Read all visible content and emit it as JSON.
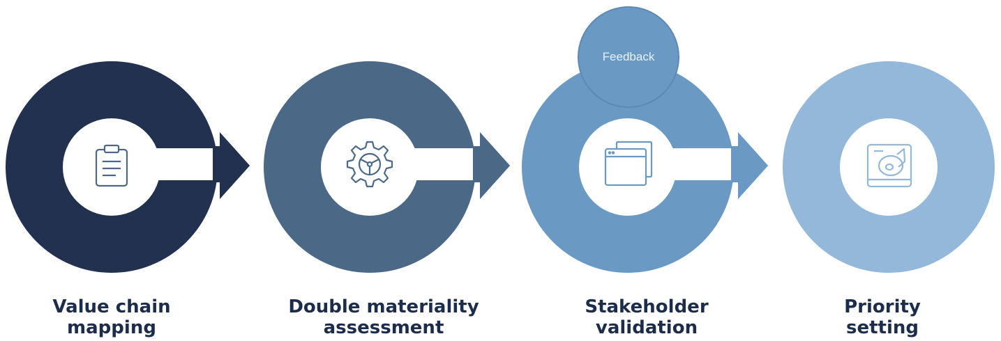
{
  "steps": [
    {
      "title_line1": "Value chain",
      "title_line2": "mapping",
      "color": "#21314f",
      "icon": "clipboard-icon"
    },
    {
      "title_line1": "Double materiality",
      "title_line2": "assessment",
      "color": "#4b6887",
      "icon": "gear-icon"
    },
    {
      "title_line1": "Stakeholder",
      "title_line2": "validation",
      "color": "#6a9ac3",
      "icon": "browser-windows-icon"
    },
    {
      "title_line1": "Priority",
      "title_line2": "setting",
      "color": "#93b8d9",
      "icon": "hard-drive-icon"
    }
  ],
  "feedback": {
    "label": "Feedback",
    "color": "#6a9ac3"
  },
  "colors": {
    "label_text": "#1c2d4c",
    "center_fill": "#ffffff"
  }
}
